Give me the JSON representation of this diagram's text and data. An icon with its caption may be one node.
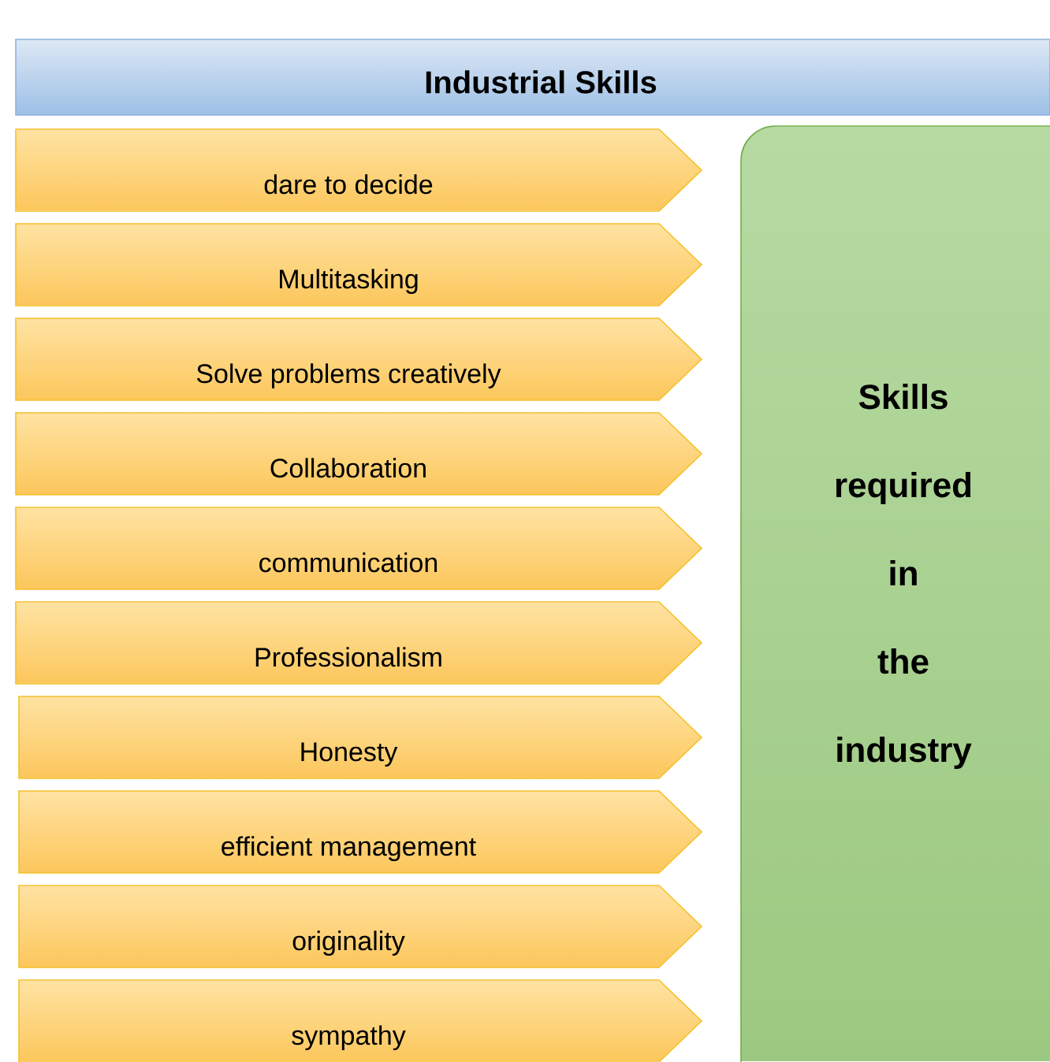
{
  "diagram": {
    "nodes": [
      {
        "text": [
          "Industrial Skills"
        ]
      },
      {
        "text": [
          "dare to decide"
        ]
      },
      {
        "text": [
          "Multitasking"
        ]
      },
      {
        "text": [
          "Solve problems creatively"
        ]
      },
      {
        "text": [
          "Collaboration"
        ]
      },
      {
        "text": [
          "communication"
        ]
      },
      {
        "text": [
          "Professionalism"
        ]
      },
      {
        "text": [
          "Honesty"
        ]
      },
      {
        "text": [
          "efficient management"
        ]
      },
      {
        "text": [
          "originality"
        ]
      },
      {
        "text": [
          "sympathy"
        ]
      },
      {
        "text": [
          "Skills required in the industry"
        ]
      }
    ]
  }
}
